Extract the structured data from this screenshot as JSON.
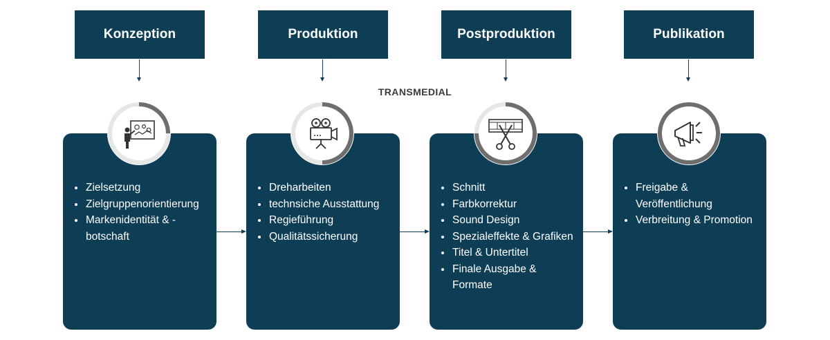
{
  "diagram": {
    "center_label": "TRANSMEDIAL",
    "phases": [
      {
        "title": "Konzeption",
        "icon": "presentation-board-icon",
        "items": [
          "Zielsetzung",
          "Zielgruppenorientierung",
          "Markenidentität & -botschaft"
        ]
      },
      {
        "title": "Produktion",
        "icon": "film-camera-icon",
        "items": [
          "Dreharbeiten",
          "technsiche Ausstattung",
          "Regieführung",
          "Qualitätssicherung"
        ]
      },
      {
        "title": "Postproduktion",
        "icon": "film-strip-scissors-icon",
        "items": [
          "Schnitt",
          "Farbkorrektur",
          "Sound Design",
          "Spezialeffekte & Grafiken",
          "Titel & Untertitel",
          "Finale Ausgabe & Formate"
        ]
      },
      {
        "title": "Publikation",
        "icon": "megaphone-icon",
        "items": [
          "Freigabe & Veröffentlichung",
          "Verbreitung & Promotion"
        ]
      }
    ],
    "colors": {
      "box": "#0e3d56",
      "text": "#ffffff",
      "ring_light": "#e6e6e6",
      "ring_dark": "#6e6e6e"
    }
  }
}
